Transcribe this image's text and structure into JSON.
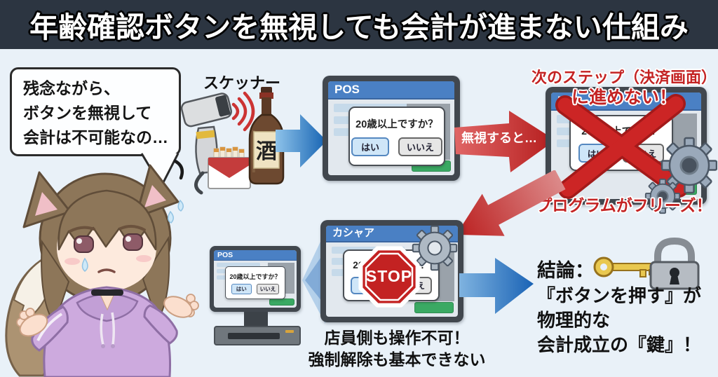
{
  "title": "年齢確認ボタンを無視しても会計が進まない仕組み",
  "speech_bubble": {
    "line1": "残念ながら、",
    "line2": "ボタンを無視して",
    "line3": "会計は不可能なの…"
  },
  "scanner": {
    "label": "スケッナー",
    "bottle_label": "酒"
  },
  "age_dialog": {
    "question": "20歳以上ですか？",
    "yes": "はい",
    "no": "いいえ"
  },
  "screens": {
    "pos_title": "POS",
    "cashier_title": "カシャア",
    "stop_label": "STOP"
  },
  "labels": {
    "ignore_arrow": "無視すると…",
    "next_step_line1": "次のステップ（決済画面）",
    "next_step_line2": "に進めない！",
    "freeze": "プログラムがフリーズ！",
    "staff_line1": "店員側も操作不可！",
    "staff_line2": "強制解除も基本できない",
    "conclusion_line1": "結論：",
    "conclusion_line2": "『ボタンを押す』が",
    "conclusion_line3": "物理的な",
    "conclusion_line4": "会計成立の『鍵』！"
  },
  "colors": {
    "title_bar_bg": "#2c3541",
    "background": "#e9f1f8",
    "accent_blue": "#1c6ab8",
    "accent_red": "#c42323",
    "pos_header_blue": "#4a80c4",
    "green_button": "#3aa963",
    "key_yellow": "#e9c84f",
    "lock_gray": "#b6bcc3",
    "hoodie_purple": "#cdaade"
  }
}
